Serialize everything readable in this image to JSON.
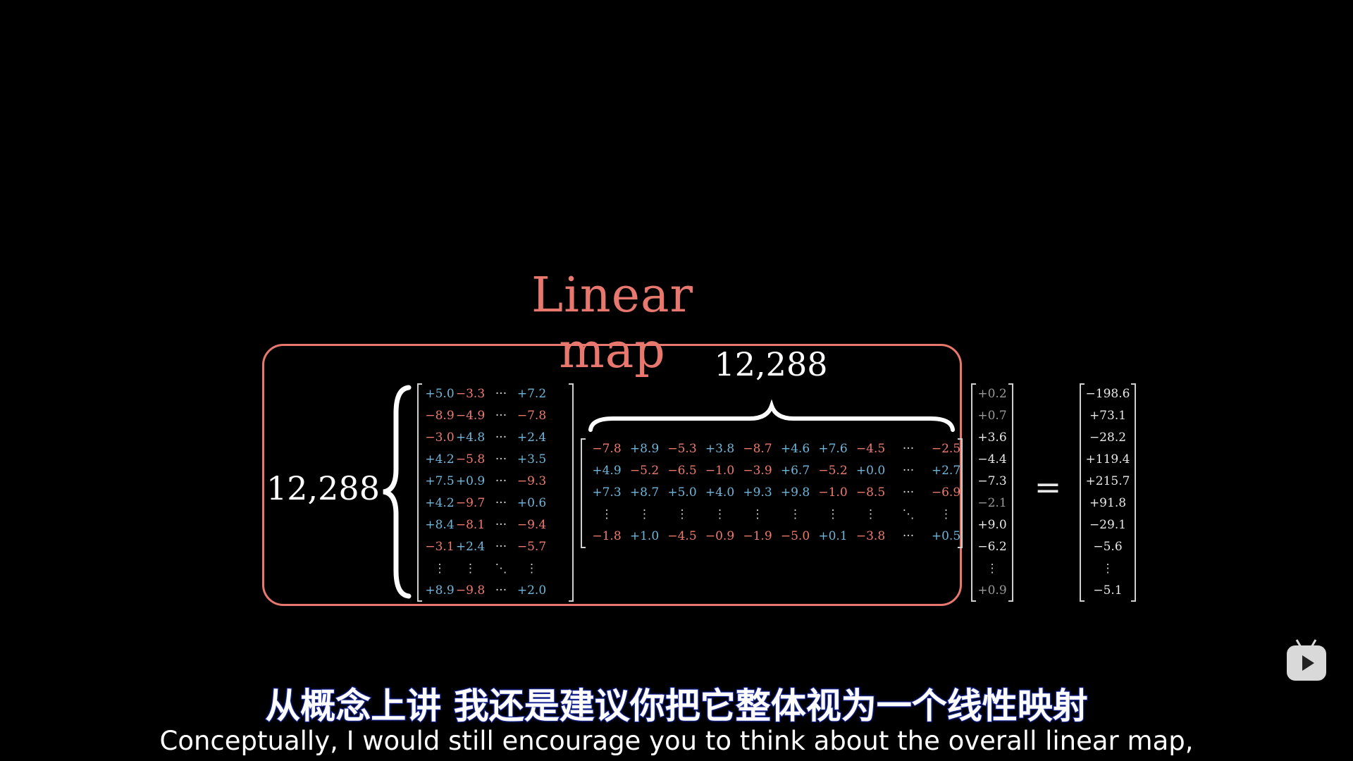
{
  "title": "Linear map",
  "row_dim": "12,288",
  "col_dim": "12,288",
  "equals": "=",
  "matrices": {
    "m1": {
      "rows": [
        [
          {
            "t": "+5.0",
            "c": "pos"
          },
          {
            "t": "−3.3",
            "c": "neg"
          },
          {
            "t": "···",
            "c": "sym"
          },
          {
            "t": "+7.2",
            "c": "pos"
          }
        ],
        [
          {
            "t": "−8.9",
            "c": "neg"
          },
          {
            "t": "−4.9",
            "c": "neg"
          },
          {
            "t": "···",
            "c": "sym"
          },
          {
            "t": "−7.8",
            "c": "neg"
          }
        ],
        [
          {
            "t": "−3.0",
            "c": "neg"
          },
          {
            "t": "+4.8",
            "c": "pos"
          },
          {
            "t": "···",
            "c": "sym"
          },
          {
            "t": "+2.4",
            "c": "pos"
          }
        ],
        [
          {
            "t": "+4.2",
            "c": "pos"
          },
          {
            "t": "−5.8",
            "c": "neg"
          },
          {
            "t": "···",
            "c": "sym"
          },
          {
            "t": "+3.5",
            "c": "pos"
          }
        ],
        [
          {
            "t": "+7.5",
            "c": "pos"
          },
          {
            "t": "+0.9",
            "c": "pos"
          },
          {
            "t": "···",
            "c": "sym"
          },
          {
            "t": "−9.3",
            "c": "neg"
          }
        ],
        [
          {
            "t": "+4.2",
            "c": "pos"
          },
          {
            "t": "−9.7",
            "c": "neg"
          },
          {
            "t": "···",
            "c": "sym"
          },
          {
            "t": "+0.6",
            "c": "pos"
          }
        ],
        [
          {
            "t": "+8.4",
            "c": "pos"
          },
          {
            "t": "−8.1",
            "c": "neg"
          },
          {
            "t": "···",
            "c": "sym"
          },
          {
            "t": "−9.4",
            "c": "neg"
          }
        ],
        [
          {
            "t": "−3.1",
            "c": "neg"
          },
          {
            "t": "+2.4",
            "c": "pos"
          },
          {
            "t": "···",
            "c": "sym"
          },
          {
            "t": "−5.7",
            "c": "neg"
          }
        ],
        [
          {
            "t": "⋮",
            "c": "sym"
          },
          {
            "t": "⋮",
            "c": "sym"
          },
          {
            "t": "⋱",
            "c": "sym"
          },
          {
            "t": "⋮",
            "c": "sym"
          }
        ],
        [
          {
            "t": "+8.9",
            "c": "pos"
          },
          {
            "t": "−9.8",
            "c": "neg"
          },
          {
            "t": "···",
            "c": "sym"
          },
          {
            "t": "+2.0",
            "c": "pos"
          }
        ]
      ]
    },
    "m2": {
      "rows": [
        [
          {
            "t": "−7.8",
            "c": "neg"
          },
          {
            "t": "+8.9",
            "c": "pos"
          },
          {
            "t": "−5.3",
            "c": "neg"
          },
          {
            "t": "+3.8",
            "c": "pos"
          },
          {
            "t": "−8.7",
            "c": "neg"
          },
          {
            "t": "+4.6",
            "c": "pos"
          },
          {
            "t": "+7.6",
            "c": "pos"
          },
          {
            "t": "−4.5",
            "c": "neg"
          },
          {
            "t": "···",
            "c": "sym"
          },
          {
            "t": "−2.5",
            "c": "neg"
          }
        ],
        [
          {
            "t": "+4.9",
            "c": "pos"
          },
          {
            "t": "−5.2",
            "c": "neg"
          },
          {
            "t": "−6.5",
            "c": "neg"
          },
          {
            "t": "−1.0",
            "c": "neg"
          },
          {
            "t": "−3.9",
            "c": "neg"
          },
          {
            "t": "+6.7",
            "c": "pos"
          },
          {
            "t": "−5.2",
            "c": "neg"
          },
          {
            "t": "+0.0",
            "c": "pos"
          },
          {
            "t": "···",
            "c": "sym"
          },
          {
            "t": "+2.7",
            "c": "pos"
          }
        ],
        [
          {
            "t": "+7.3",
            "c": "pos"
          },
          {
            "t": "+8.7",
            "c": "pos"
          },
          {
            "t": "+5.0",
            "c": "pos"
          },
          {
            "t": "+4.0",
            "c": "pos"
          },
          {
            "t": "+9.3",
            "c": "pos"
          },
          {
            "t": "+9.8",
            "c": "pos"
          },
          {
            "t": "−1.0",
            "c": "neg"
          },
          {
            "t": "−8.5",
            "c": "neg"
          },
          {
            "t": "···",
            "c": "sym"
          },
          {
            "t": "−6.9",
            "c": "neg"
          }
        ],
        [
          {
            "t": "⋮",
            "c": "sym"
          },
          {
            "t": "⋮",
            "c": "sym"
          },
          {
            "t": "⋮",
            "c": "sym"
          },
          {
            "t": "⋮",
            "c": "sym"
          },
          {
            "t": "⋮",
            "c": "sym"
          },
          {
            "t": "⋮",
            "c": "sym"
          },
          {
            "t": "⋮",
            "c": "sym"
          },
          {
            "t": "⋮",
            "c": "sym"
          },
          {
            "t": "⋱",
            "c": "sym"
          },
          {
            "t": "⋮",
            "c": "sym"
          }
        ],
        [
          {
            "t": "−1.8",
            "c": "neg"
          },
          {
            "t": "+1.0",
            "c": "pos"
          },
          {
            "t": "−4.5",
            "c": "neg"
          },
          {
            "t": "−0.9",
            "c": "neg"
          },
          {
            "t": "−1.9",
            "c": "neg"
          },
          {
            "t": "−5.0",
            "c": "neg"
          },
          {
            "t": "+0.1",
            "c": "pos"
          },
          {
            "t": "−3.8",
            "c": "neg"
          },
          {
            "t": "···",
            "c": "sym"
          },
          {
            "t": "+0.5",
            "c": "pos"
          }
        ]
      ]
    },
    "v_in": {
      "rows": [
        [
          {
            "t": "+0.2",
            "c": "dim"
          }
        ],
        [
          {
            "t": "+0.7",
            "c": "dim"
          }
        ],
        [
          {
            "t": "+3.6",
            "c": "w"
          }
        ],
        [
          {
            "t": "−4.4",
            "c": "w"
          }
        ],
        [
          {
            "t": "−7.3",
            "c": "w"
          }
        ],
        [
          {
            "t": "−2.1",
            "c": "dim"
          }
        ],
        [
          {
            "t": "+9.0",
            "c": "w"
          }
        ],
        [
          {
            "t": "−6.2",
            "c": "w"
          }
        ],
        [
          {
            "t": "⋮",
            "c": "sym"
          }
        ],
        [
          {
            "t": "+0.9",
            "c": "dim"
          }
        ]
      ]
    },
    "v_out": {
      "rows": [
        [
          {
            "t": "−198.6",
            "c": "w"
          }
        ],
        [
          {
            "t": "+73.1",
            "c": "w"
          }
        ],
        [
          {
            "t": "−28.2",
            "c": "w"
          }
        ],
        [
          {
            "t": "+119.4",
            "c": "w"
          }
        ],
        [
          {
            "t": "+215.7",
            "c": "w"
          }
        ],
        [
          {
            "t": "+91.8",
            "c": "w"
          }
        ],
        [
          {
            "t": "−29.1",
            "c": "w"
          }
        ],
        [
          {
            "t": "−5.6",
            "c": "w"
          }
        ],
        [
          {
            "t": "⋮",
            "c": "sym"
          }
        ],
        [
          {
            "t": "−5.1",
            "c": "w"
          }
        ]
      ]
    }
  },
  "subtitle": {
    "zh": "从概念上讲  我还是建议你把它整体视为一个线性映射",
    "en": "Conceptually, I would still encourage you to think about the overall linear map,"
  },
  "logo_icon": "bilibili-tv-icon"
}
